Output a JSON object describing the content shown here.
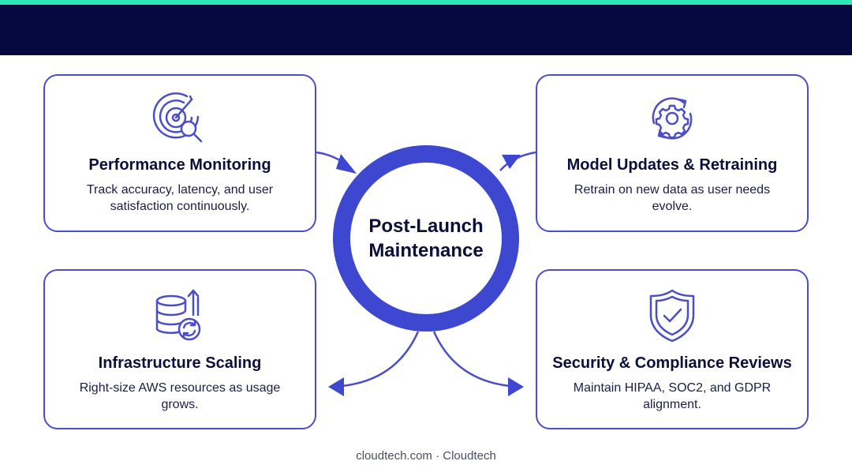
{
  "header": {
    "accent_color": "#2de8b8",
    "band_color": "#040a3f"
  },
  "center": {
    "label": "Post-Launch Maintenance",
    "ring_color": "#3d47cf"
  },
  "cards": [
    {
      "icon": "radar-magnifier-icon",
      "title": "Performance Monitoring",
      "description": "Track accuracy, latency, and user satisfaction continuously."
    },
    {
      "icon": "gear-cycle-icon",
      "title": "Model Updates & Retraining",
      "description": "Retrain on new data as user needs evolve."
    },
    {
      "icon": "database-scaling-icon",
      "title": "Infrastructure Scaling",
      "description": "Right-size AWS resources as usage grows."
    },
    {
      "icon": "shield-check-icon",
      "title": "Security & Compliance Reviews",
      "description": "Maintain HIPAA, SOC2, and GDPR alignment."
    }
  ],
  "footer": {
    "text": "cloudtech.com · Cloudtech"
  },
  "colors": {
    "outline": "#4b4ec6",
    "text": "#0b0f3a"
  }
}
